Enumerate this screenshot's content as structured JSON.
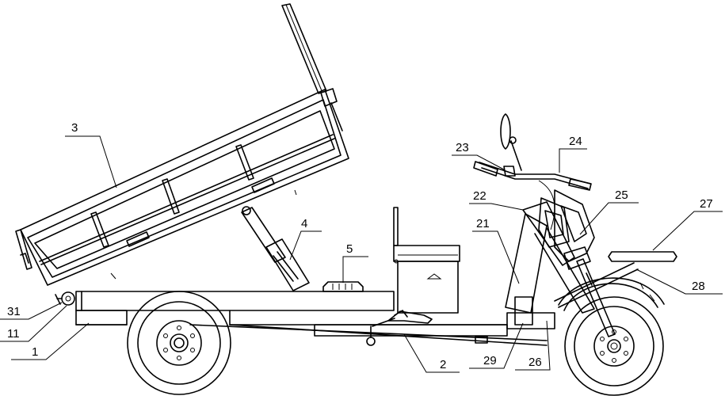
{
  "figure": {
    "labels": [
      {
        "id": "label-1",
        "text": "1"
      },
      {
        "id": "label-2",
        "text": "2"
      },
      {
        "id": "label-3",
        "text": "3"
      },
      {
        "id": "label-4",
        "text": "4"
      },
      {
        "id": "label-5",
        "text": "5"
      },
      {
        "id": "label-11",
        "text": "11"
      },
      {
        "id": "label-21",
        "text": "21"
      },
      {
        "id": "label-22",
        "text": "22"
      },
      {
        "id": "label-23",
        "text": "23"
      },
      {
        "id": "label-24",
        "text": "24"
      },
      {
        "id": "label-25",
        "text": "25"
      },
      {
        "id": "label-26",
        "text": "26"
      },
      {
        "id": "label-27",
        "text": "27"
      },
      {
        "id": "label-28",
        "text": "28"
      },
      {
        "id": "label-29",
        "text": "29"
      },
      {
        "id": "label-31",
        "text": "31"
      }
    ]
  }
}
